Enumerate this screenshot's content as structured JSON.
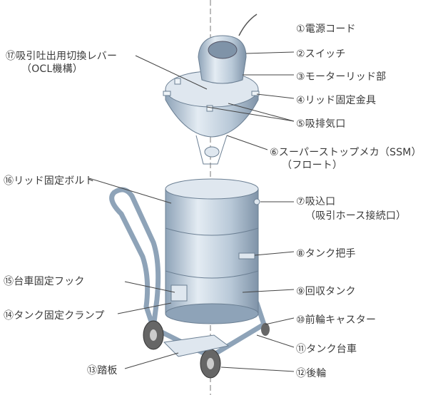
{
  "colors": {
    "metal": "#b9c9d8",
    "metal_dark": "#7f93a8",
    "line": "#555555",
    "text": "#3a3a3a"
  },
  "labels": {
    "l1": "①電源コード",
    "l2": "②スイッチ",
    "l3": "③モーターリッド部",
    "l4": "④リッド固定金具",
    "l5": "⑤吸排気口",
    "l6a": "⑥スーパーストップメカ（SSM）",
    "l6b": "（フロート）",
    "l7a": "⑦吸込口",
    "l7b": "（吸引ホース接続口）",
    "l8": "⑧タンク把手",
    "l9": "⑨回収タンク",
    "l10": "⑩前輪キャスター",
    "l11": "⑪タンク台車",
    "l12": "⑫後輪",
    "l13": "⑬踏板",
    "l14": "⑭タンク固定クランプ",
    "l15": "⑮台車固定フック",
    "l16": "⑯リッド固定ボルト",
    "l17a": "⑰吸引吐出用切換レバー",
    "l17b": "（OCL機構）"
  }
}
